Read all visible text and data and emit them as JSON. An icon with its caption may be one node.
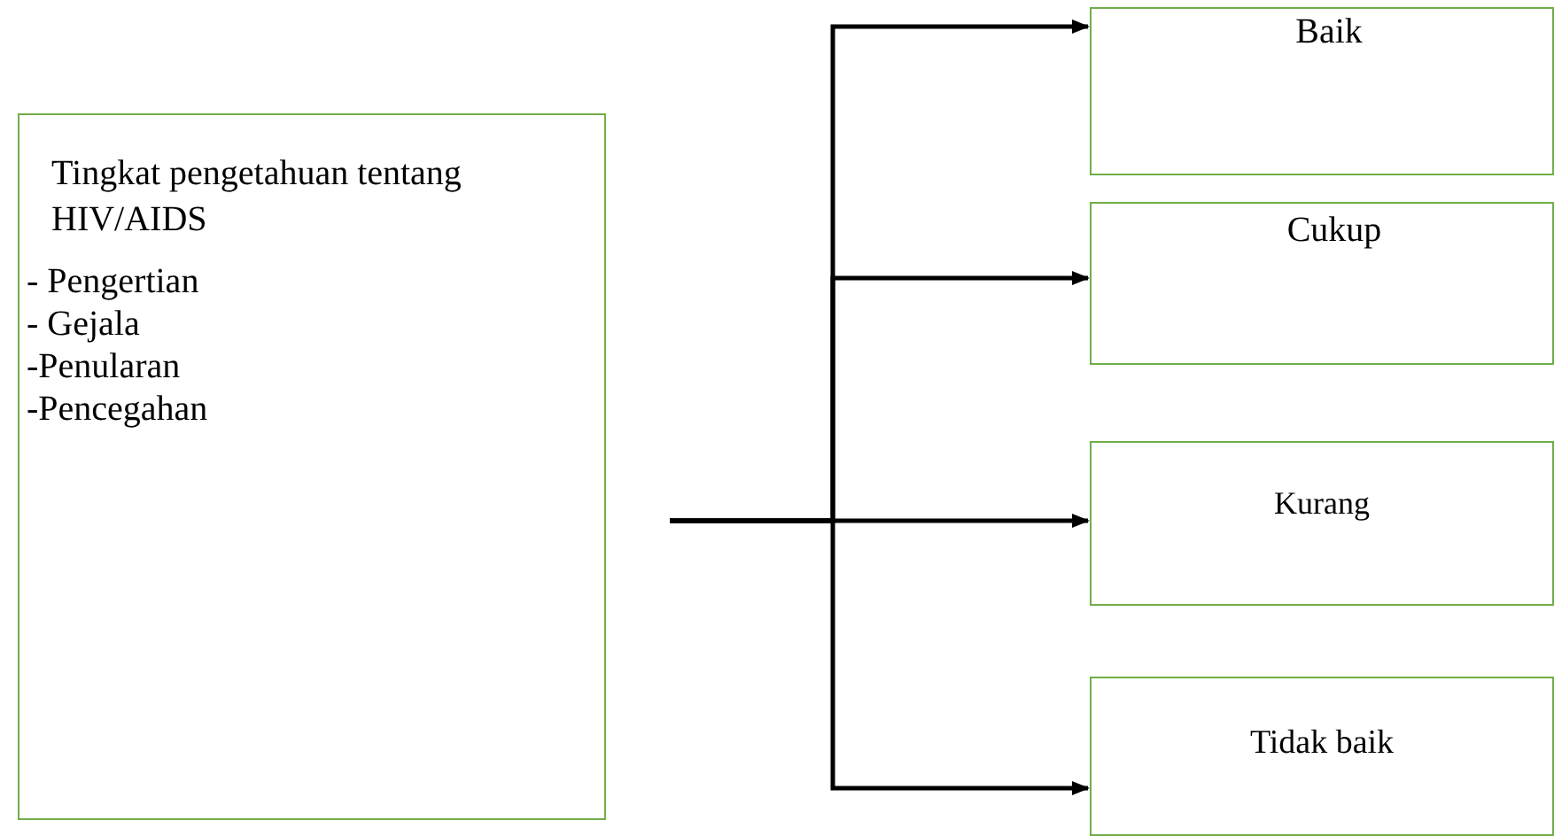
{
  "diagram": {
    "nodes": [
      {
        "text": [
          "Tingkat pengetahuan tentang HIV/AIDS",
          "- Pengertian",
          "- Gejala",
          "-Penularan",
          "-Pencegahan"
        ]
      },
      {
        "text": [
          "Baik"
        ]
      },
      {
        "text": [
          "Cukup"
        ]
      },
      {
        "text": [
          "Kurang"
        ]
      },
      {
        "text": [
          "Tidak baik"
        ]
      }
    ],
    "edges": [
      {
        "from": null,
        "to": 1,
        "arrow": "to"
      },
      {
        "from": null,
        "to": 2,
        "arrow": "to"
      },
      {
        "from": null,
        "to": 3,
        "arrow": "to"
      },
      {
        "from": null,
        "to": 4,
        "arrow": "to"
      }
    ]
  }
}
